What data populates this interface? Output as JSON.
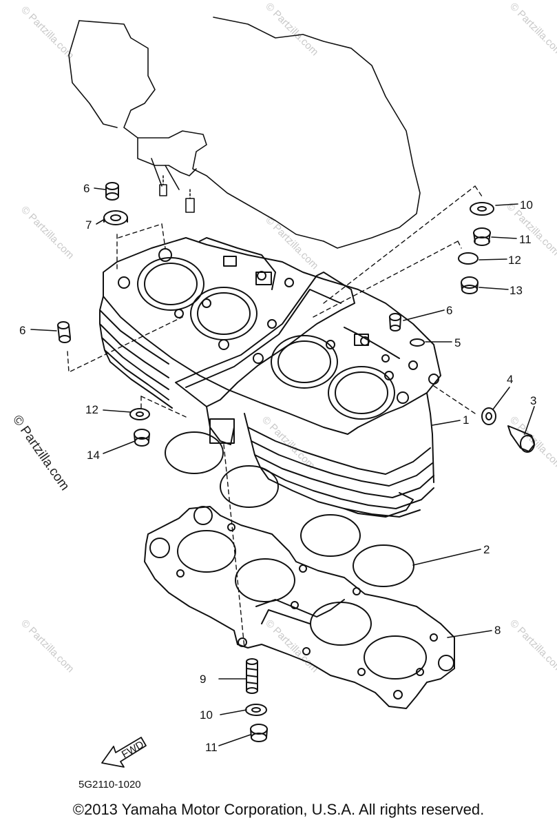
{
  "callouts": {
    "c1": "1",
    "c2": "2",
    "c3": "3",
    "c4": "4",
    "c5": "5",
    "c6a": "6",
    "c6b": "6",
    "c6c": "6",
    "c7": "7",
    "c8": "8",
    "c9": "9",
    "c10a": "10",
    "c10b": "10",
    "c11a": "11",
    "c11b": "11",
    "c12a": "12",
    "c12b": "12",
    "c13": "13",
    "c14": "14"
  },
  "fwd_label": "FWD",
  "diagram_code": "5G2110-1020",
  "watermark_text": "© Partzilla.com",
  "side_watermark": "© Partzilla.com",
  "copyright": "©2013  Yamaha Motor Corporation, U.S.A. All rights reserved."
}
